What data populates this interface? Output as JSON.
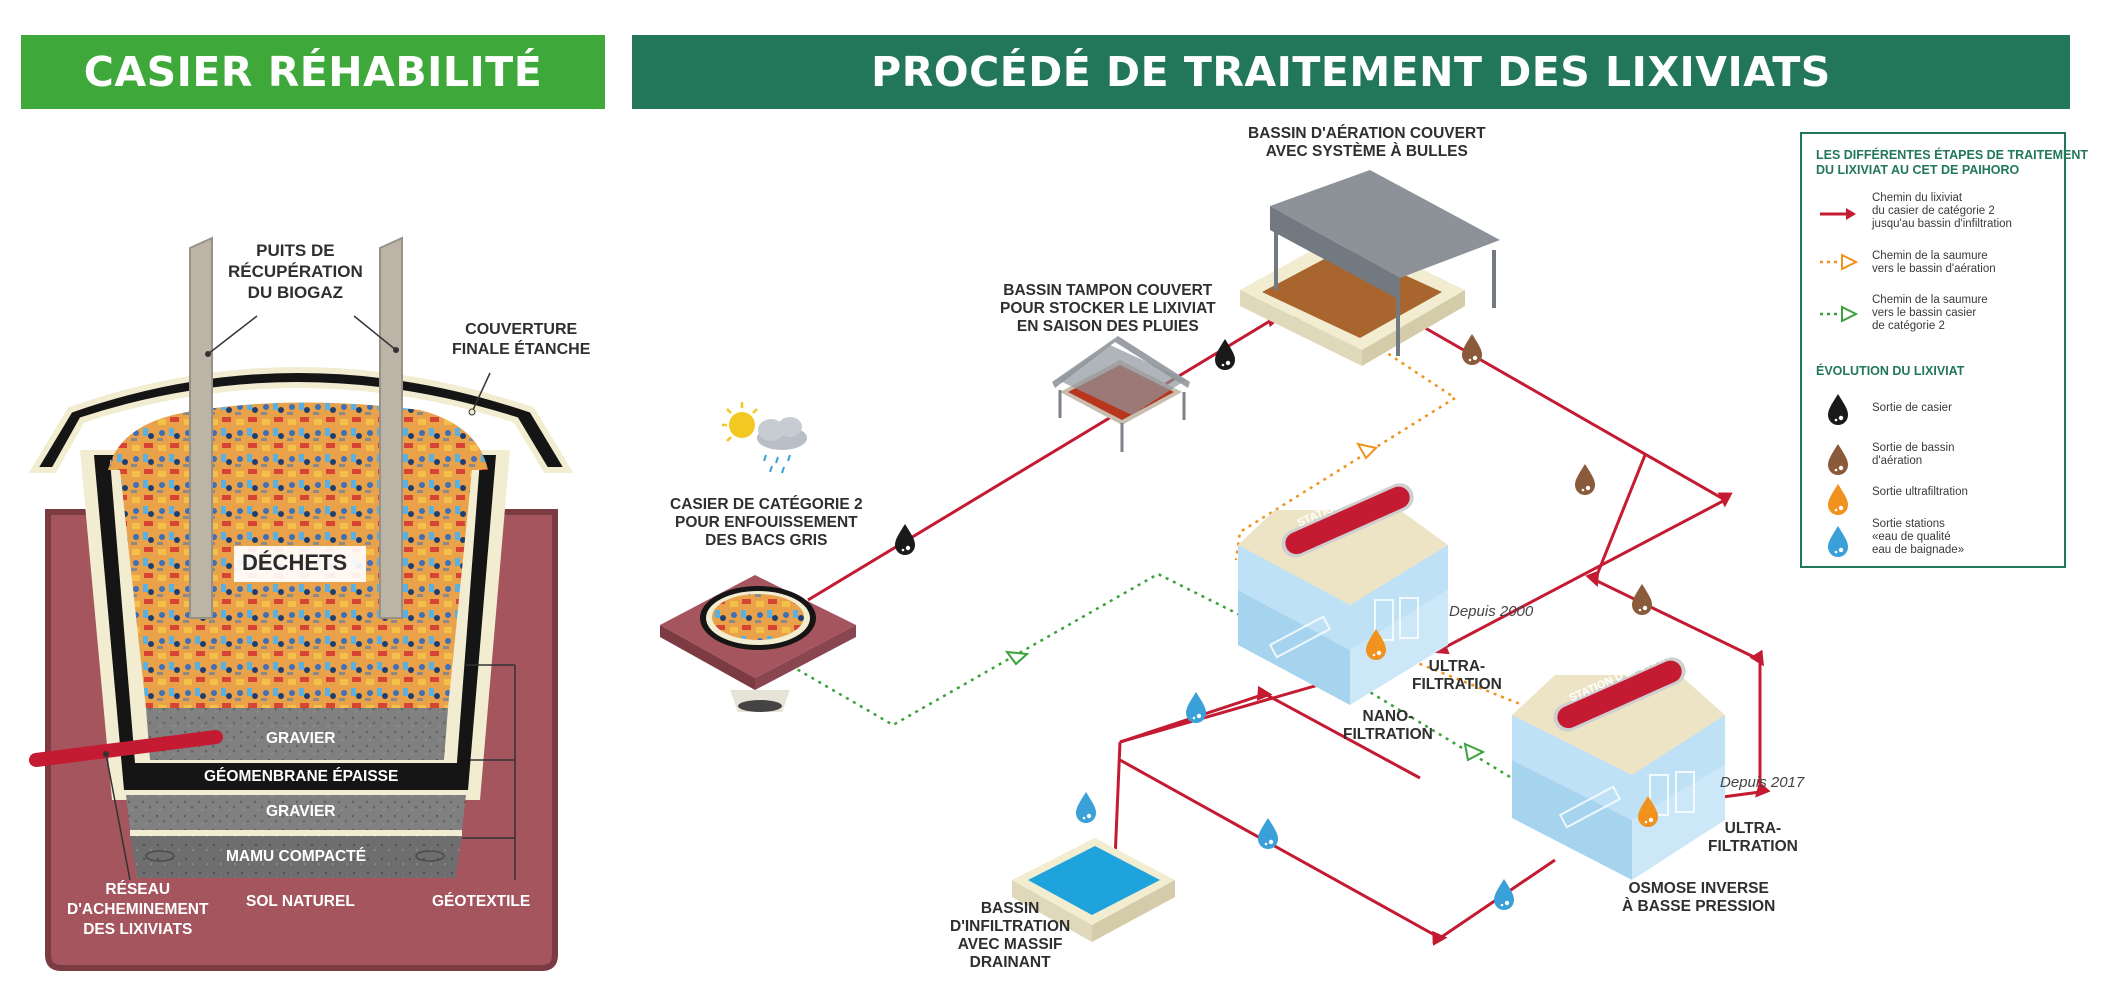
{
  "banners": {
    "left": "CASIER RÉHABILITÉ",
    "right": "PROCÉDÉ DE TRAITEMENT DES LIXIVIATS"
  },
  "casier": {
    "puits": [
      "PUITS DE",
      "RÉCUPÉRATION",
      "DU BIOGAZ"
    ],
    "couverture": [
      "COUVERTURE",
      "FINALE ÉTANCHE"
    ],
    "dechets": "DÉCHETS",
    "gravier_top": "GRAVIER",
    "geomembrane": "GÉOMENBRANE ÉPAISSE",
    "gravier_bottom": "GRAVIER",
    "mamu": "MAMU COMPACTÉ",
    "reseau": [
      "RÉSEAU",
      "D'ACHEMINEMENT",
      "DES LIXIVIATS"
    ],
    "sol": "SOL NATUREL",
    "geotextile": "GÉOTEXTILE"
  },
  "process": {
    "aeration": [
      "BASSIN D'AÉRATION COUVERT",
      "AVEC SYSTÈME À BULLES"
    ],
    "tampon": [
      "BASSIN TAMPON COUVERT",
      "POUR STOCKER LE LIXIVIAT",
      "EN SAISON DES PLUIES"
    ],
    "casier_cat2": [
      "CASIER DE CATÉGORIE 2",
      "POUR ENFOUISSEMENT",
      "DES BACS GRIS"
    ],
    "station1": {
      "sign": "STATION D'ÉPURATION N°1",
      "since": "Depuis 2000",
      "ultra": [
        "ULTRA-",
        "FILTRATION"
      ],
      "nano": [
        "NANO-",
        "FILTRATION"
      ]
    },
    "station2": {
      "sign": "STATION D'ÉPURATION N°2",
      "since": "Depuis 2017",
      "ultra": [
        "ULTRA-",
        "FILTRATION"
      ],
      "osmose": [
        "OSMOSE INVERSE",
        "À BASSE PRESSION"
      ]
    },
    "infiltration": [
      "BASSIN",
      "D'INFILTRATION",
      "AVEC MASSIF",
      "DRAINANT"
    ]
  },
  "legend": {
    "title": [
      "LES DIFFÉRENTES ÉTAPES DE TRAITEMENT",
      "DU LIXIVIAT AU CET DE PAIHORO"
    ],
    "paths": [
      {
        "lines": [
          "Chemin du lixiviat",
          "du casier de catégorie 2",
          "jusqu'au bassin d'infiltration"
        ],
        "color": "#c41a32",
        "icon": "red-arrow-icon"
      },
      {
        "lines": [
          "Chemin de la saumure",
          "vers le bassin d'aération"
        ],
        "color": "#f0921d",
        "icon": "orange-dotted-arrow-icon"
      },
      {
        "lines": [
          "Chemin de la saumure",
          "vers le bassin casier",
          "de catégorie 2"
        ],
        "color": "#3aa23a",
        "icon": "green-dotted-arrow-icon"
      }
    ],
    "evolution_title": "ÉVOLUTION DU LIXIVIAT",
    "drops": [
      {
        "lines": [
          "Sortie de casier"
        ],
        "color": "#1a1a1a",
        "icon": "black-drop-icon"
      },
      {
        "lines": [
          "Sortie de bassin",
          "d'aération"
        ],
        "color": "#8a5a3a",
        "icon": "brown-drop-icon"
      },
      {
        "lines": [
          "Sortie ultrafiltration"
        ],
        "color": "#f0921d",
        "icon": "orange-drop-icon"
      },
      {
        "lines": [
          "Sortie stations",
          "«eau de qualité",
          "eau de baignade»"
        ],
        "color": "#3aa0d8",
        "icon": "blue-drop-icon"
      }
    ]
  },
  "colors": {
    "leachate_path": "#c41a32",
    "brine_to_aeration": "#f0921d",
    "brine_to_casier": "#3aa23a",
    "banner_left": "#3ea83a",
    "banner_right": "#22775a"
  }
}
